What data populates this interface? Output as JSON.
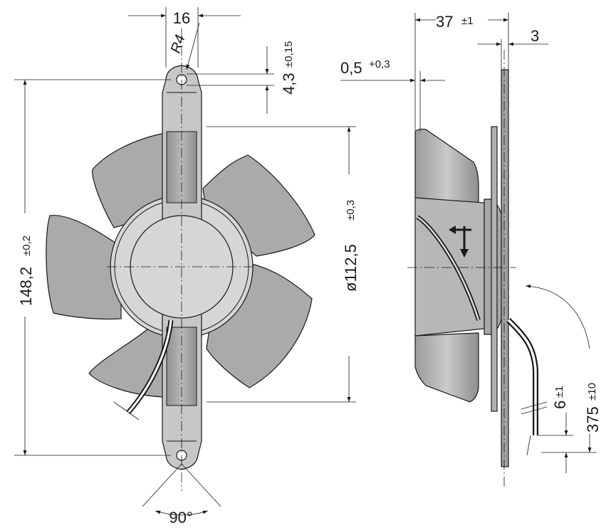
{
  "dimensions": {
    "width_top": "16",
    "radius": "R4",
    "hole_offset": "4,3",
    "hole_offset_tol": "±0,15",
    "height": "148,2",
    "height_tol": "±0,2",
    "diameter": "ø112,5",
    "diameter_tol": "±0,3",
    "angle": "90°",
    "depth": "37",
    "depth_tol": "±1",
    "flange": "3",
    "gap": "0,5",
    "gap_tol": "+0,3",
    "lead_strip": "6",
    "lead_strip_tol": "±1",
    "lead_length": "375",
    "lead_length_tol": "±10"
  },
  "colors": {
    "blade": "#a9aaac",
    "strut": "#c6c7c9",
    "hub": "#d5d6d8",
    "line": "#1a1a1a"
  }
}
